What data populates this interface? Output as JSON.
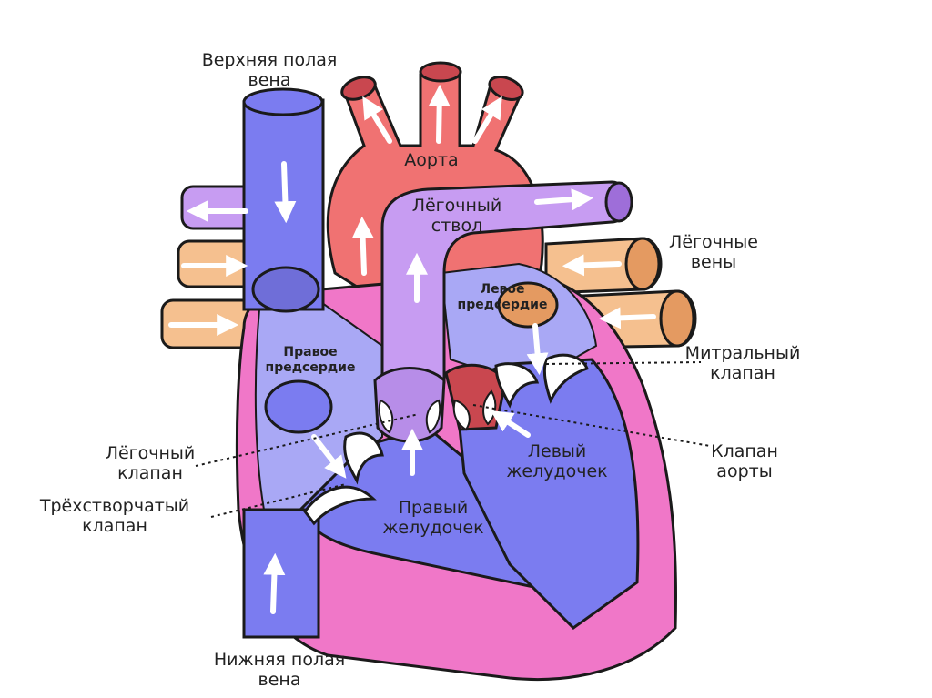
{
  "labels": {
    "superior_vena_cava": [
      "Верхняя полая",
      "вена"
    ],
    "aorta": [
      "Аорта"
    ],
    "pulmonary_trunk": [
      "Лёгочный",
      "ствол"
    ],
    "pulmonary_veins": [
      "Лёгочные",
      "вены"
    ],
    "left_atrium": [
      "Левое",
      "предсердие"
    ],
    "right_atrium": [
      "Правое",
      "предсердие"
    ],
    "mitral_valve": [
      "Митральный",
      "клапан"
    ],
    "pulmonary_valve": [
      "Лёгочный",
      "клапан"
    ],
    "aortic_valve": [
      "Клапан",
      "аорты"
    ],
    "tricuspid_valve": [
      "Трёхстворчатый",
      "клапан"
    ],
    "left_ventricle": [
      "Левый",
      "желудочек"
    ],
    "right_ventricle": [
      "Правый",
      "желудочек"
    ],
    "inferior_vena_cava": [
      "Нижняя полая",
      "вена"
    ]
  },
  "colors": {
    "venous_blue": "#7b7cf0",
    "venous_light": "#a9a8f5",
    "arterial_red": "#f07272",
    "pulmonary_purple": "#c79cf2",
    "pulmonary_vein_tan": "#f5c08f",
    "myocardium_pink": "#f077c8",
    "outline": "#1a1a1a"
  }
}
